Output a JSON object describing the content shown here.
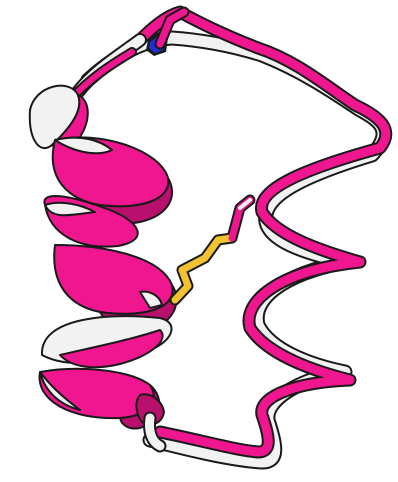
{
  "scene": {
    "background_color": "#ffffff",
    "colors": {
      "structure_a": "#f0168f",
      "structure_a_dark": "#b8106c",
      "structure_b": "#f2f2f2",
      "structure_b_shade": "#b9b9b9",
      "outline": "#1a1a1a",
      "disulfide": "#f2c230",
      "disulfide_dark": "#c99a12",
      "nitrogen": "#1f2fd6"
    },
    "components": [
      "pink-ribbon-model",
      "white-ribbon-model",
      "alpha-helix",
      "disulfide-bond",
      "nitrogen-atom"
    ]
  }
}
